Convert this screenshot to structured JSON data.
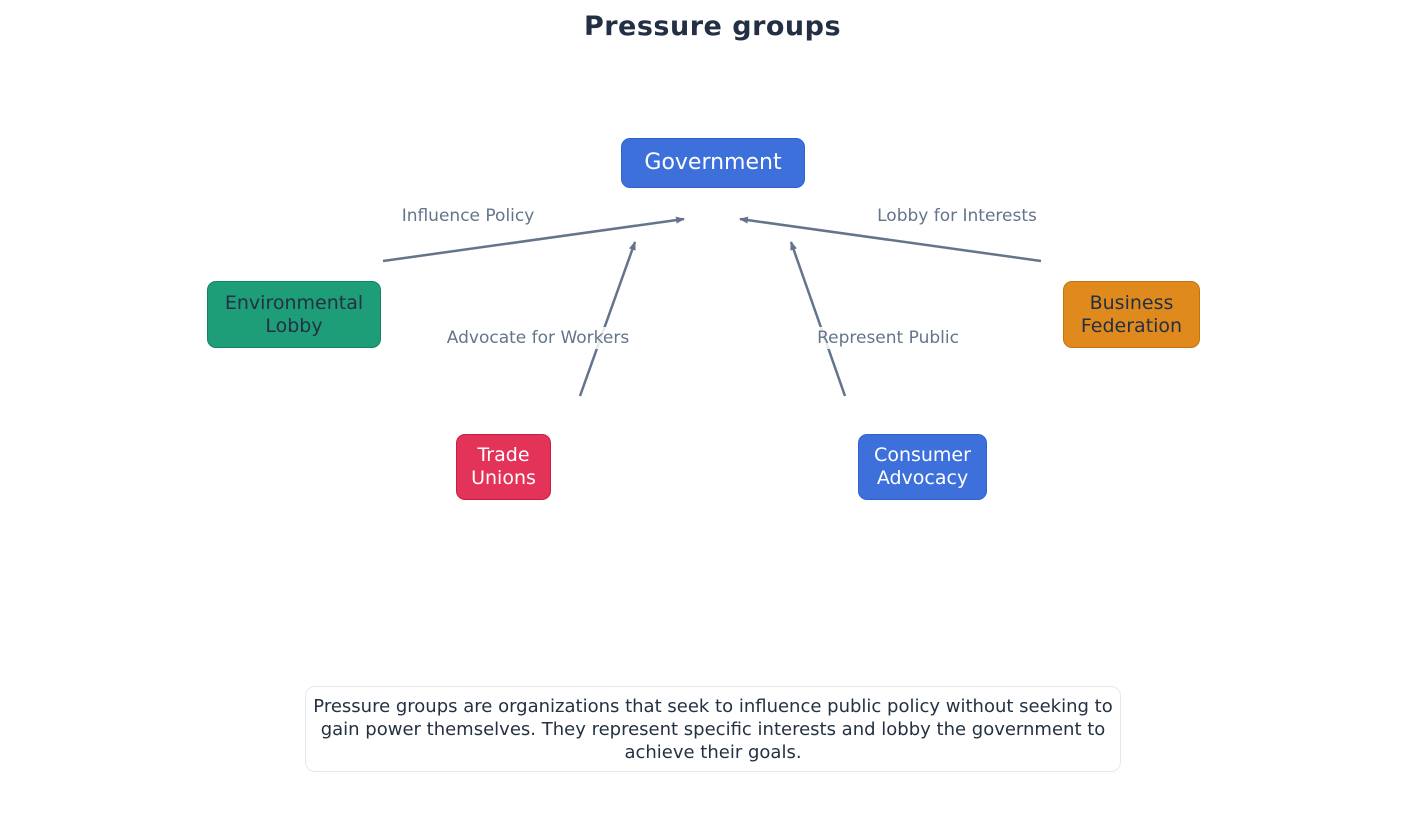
{
  "title": "Pressure groups",
  "colors": {
    "canvas_background": "#ffffff",
    "title_text": "#222f44",
    "arrow": "#64748b",
    "edge_label_text": "#64748b",
    "description_border": "#e4e8ee",
    "description_text": "#243142"
  },
  "nodes": {
    "government": {
      "label": "Government",
      "fill": "#3e70dc",
      "border": "#2f62ce",
      "text_color": "#ffffff"
    },
    "environmental_lobby": {
      "label": "Environmental Lobby",
      "fill": "#1e9e78",
      "border": "#14815f",
      "text_color": "#233044"
    },
    "business_federation": {
      "label": "Business Federation",
      "fill": "#e08a1e",
      "border": "#c27410",
      "text_color": "#233044"
    },
    "trade_unions": {
      "label": "Trade Unions",
      "fill": "#e43359",
      "border": "#c91e44",
      "text_color": "#ffffff"
    },
    "consumer_advocacy": {
      "label": "Consumer Advocacy",
      "fill": "#3e70dc",
      "border": "#2f62ce",
      "text_color": "#ffffff"
    }
  },
  "edges": [
    {
      "from": "environmental_lobby",
      "to": "government",
      "label": "Influence Policy"
    },
    {
      "from": "business_federation",
      "to": "government",
      "label": "Lobby for Interests"
    },
    {
      "from": "trade_unions",
      "to": "government",
      "label": "Advocate for Workers"
    },
    {
      "from": "consumer_advocacy",
      "to": "government",
      "label": "Represent Public"
    }
  ],
  "description": "Pressure groups are organizations that seek to influence public policy without seeking to gain power themselves. They represent specific interests and lobby the government to achieve their goals."
}
